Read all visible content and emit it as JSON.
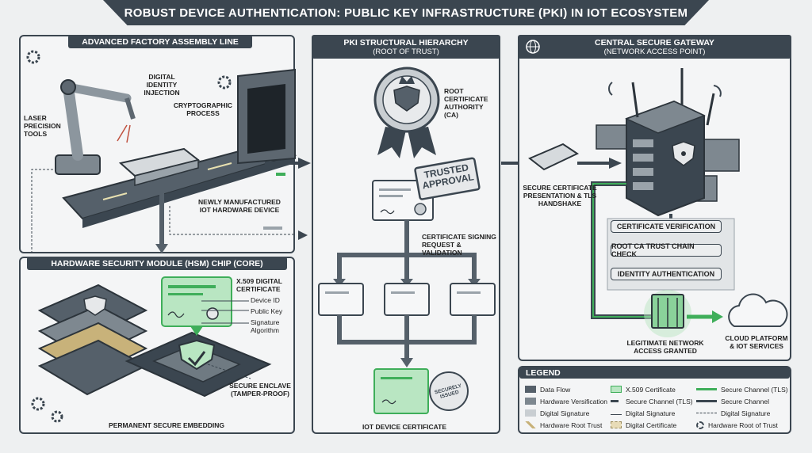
{
  "title": "ROBUST DEVICE AUTHENTICATION: PUBLIC KEY INFRASTRUCTURE (PKI) IN IOT ECOSYSTEM",
  "factory": {
    "header": "ADVANCED FACTORY ASSEMBLY LINE",
    "laser": "LASER PRECISION TOOLS",
    "identity": "DIGITAL IDENTITY INJECTION",
    "crypto": "CRYPTOGRAPHIC PROCESS",
    "device": "NEWLY MANUFACTURED IOT HARDWARE DEVICE"
  },
  "hsm": {
    "header": "HARDWARE SECURITY MODULE (HSM) CHIP (CORE)",
    "cert_title": "X.509 DIGITAL CERTIFICATE",
    "fields": [
      "Device ID",
      "Public Key",
      "Signature Algorithm"
    ],
    "enclave": "SECURE ENCLAVE (TAMPER-PROOF)",
    "embedding": "PERMANENT SECURE EMBEDDING"
  },
  "pki": {
    "header1": "PKI STRUCTURAL HIERARCHY",
    "header2": "(ROOT OF TRUST)",
    "root_ca": "ROOT CERTIFICATE AUTHORITY (CA)",
    "stamp1": "TRUSTED",
    "stamp2": "APPROVAL",
    "csr": "CERTIFICATE SIGNING REQUEST & VALIDATION",
    "seal": "SECURELY ISSUED",
    "device_cert": "IOT DEVICE CERTIFICATE"
  },
  "gateway": {
    "header1": "CENTRAL SECURE GATEWAY",
    "header2": "(NETWORK ACCESS POINT)",
    "presentation": "SECURE CERTIFICATE PRESENTATION & TLS HANDSHAKE",
    "steps": [
      "CERTIFICATE VERIFICATION",
      "ROOT CA TRUST CHAIN CHECK",
      "IDENTITY AUTHENTICATION"
    ],
    "granted": "LEGITIMATE NETWORK ACCESS GRANTED",
    "cloud": "CLOUD PLATFORM & IOT SERVICES"
  },
  "legend": {
    "header": "LEGEND",
    "col1": [
      "Data Flow",
      "Hardware Versification",
      "Digital Signature",
      "Hardware Root Trust"
    ],
    "col2": [
      "X.509 Certificate",
      "Secure Channel (TLS)",
      "Digital Signature",
      "Digital Certificate"
    ],
    "col3": [
      "Secure Channel (TLS)",
      "Secure Channel",
      "Digital Signature",
      "Hardware Root of Trust"
    ]
  },
  "colors": {
    "dark": "#3b4650",
    "green": "#3fae5a",
    "light_green": "#b9e6c2"
  }
}
